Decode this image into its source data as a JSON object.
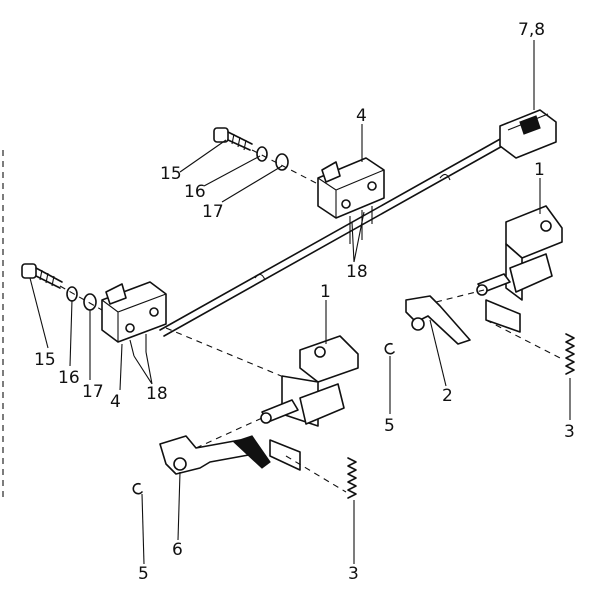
{
  "callouts": {
    "c78": "7,8",
    "c4_top": "4",
    "c15_top": "15",
    "c16_top": "16",
    "c17_top": "17",
    "c1_right": "1",
    "c18_top": "18",
    "c15_left": "15",
    "c16_left": "16",
    "c17_left": "17",
    "c4_left": "4",
    "c18_left": "18",
    "c1_center": "1",
    "c2": "2",
    "c5_right": "5",
    "c3_right": "3",
    "c6": "6",
    "c5_bottom": "5",
    "c3_bottom": "3"
  }
}
